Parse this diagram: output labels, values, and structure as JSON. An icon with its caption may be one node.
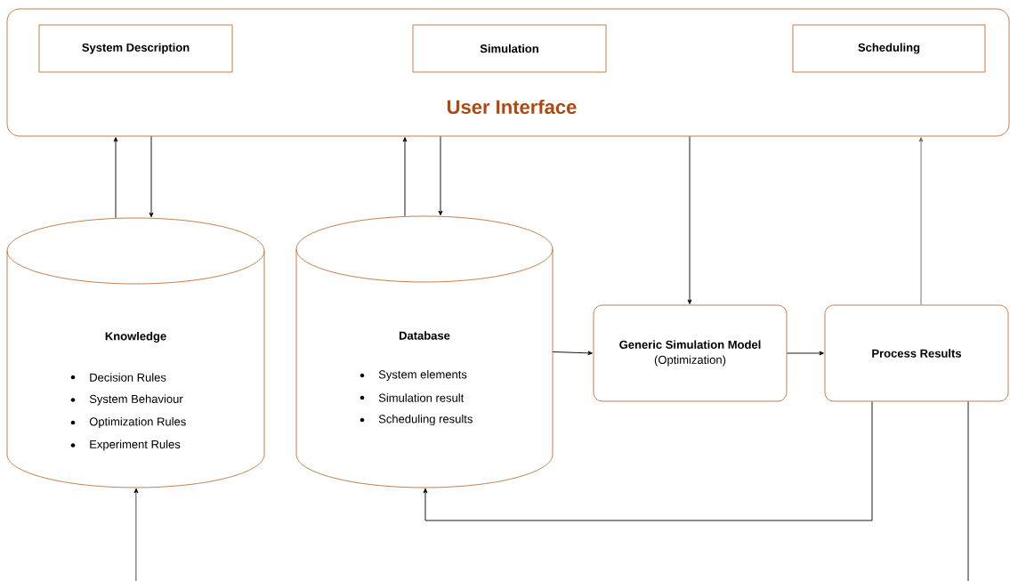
{
  "diagram": {
    "nodes": [
      {
        "text": [
          "User Interface"
        ]
      },
      {
        "text": [
          "System Description"
        ],
        "in": 0
      },
      {
        "text": [
          "Simulation"
        ],
        "in": 0
      },
      {
        "text": [
          "Scheduling"
        ],
        "in": 0
      },
      {
        "text": [
          "Knowledge",
          "Decision Rules",
          "System Behaviour",
          "Optimization Rules",
          "Experiment Rules"
        ]
      },
      {
        "text": [
          "Database",
          "System elements",
          "Simulation result",
          "Scheduling results"
        ]
      },
      {
        "text": [
          "Generic Simulation Model",
          "(Optimization)"
        ]
      },
      {
        "text": [
          "Process Results"
        ]
      }
    ],
    "edges": [
      {
        "from": 4,
        "to": 0,
        "arrow": "to"
      },
      {
        "from": 0,
        "to": 4,
        "arrow": "to"
      },
      {
        "from": 5,
        "to": 0,
        "arrow": "to"
      },
      {
        "from": 0,
        "to": 5,
        "arrow": "to"
      },
      {
        "from": 0,
        "to": 6,
        "arrow": "to"
      },
      {
        "from": 5,
        "to": 6,
        "arrow": "to"
      },
      {
        "from": 6,
        "to": 7,
        "arrow": "to"
      },
      {
        "from": 7,
        "to": 0,
        "arrow": "to",
        "color": "#666666"
      },
      {
        "from": 7,
        "to": 5,
        "arrow": "to"
      },
      {
        "from": null,
        "to": 4,
        "arrow": "to"
      },
      {
        "from": 7,
        "to": null,
        "arrow": "none"
      }
    ]
  }
}
